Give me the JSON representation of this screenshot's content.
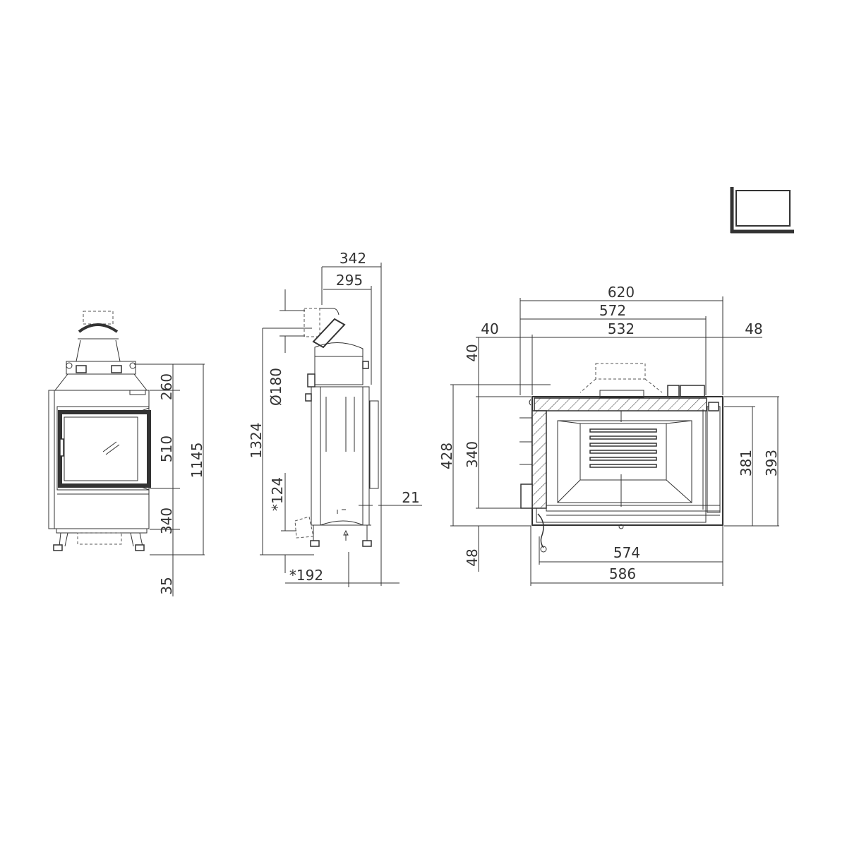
{
  "icons": {
    "front_view": "fireplace-front-elevation",
    "side_view": "fireplace-side-elevation",
    "top_view": "fireplace-plan-section",
    "corner_symbol": "left-corner-glass-symbol"
  },
  "front_view": {
    "dims": {
      "d260": "260",
      "d510": "510",
      "d340": "340",
      "d1145": "1145",
      "d35": "35"
    }
  },
  "side_view": {
    "dims": {
      "d342": "342",
      "d295": "295",
      "d180": "Ø180",
      "d1324": "1324",
      "d124": "*124",
      "d21": "21",
      "d192": "*192"
    }
  },
  "top_view": {
    "dims": {
      "d620": "620",
      "d572": "572",
      "d40top": "40",
      "d532": "532",
      "d48right": "48",
      "d40left": "40",
      "d428": "428",
      "d340": "340",
      "d381": "381",
      "d393": "393",
      "d48left": "48",
      "d574": "574",
      "d586": "586"
    }
  }
}
